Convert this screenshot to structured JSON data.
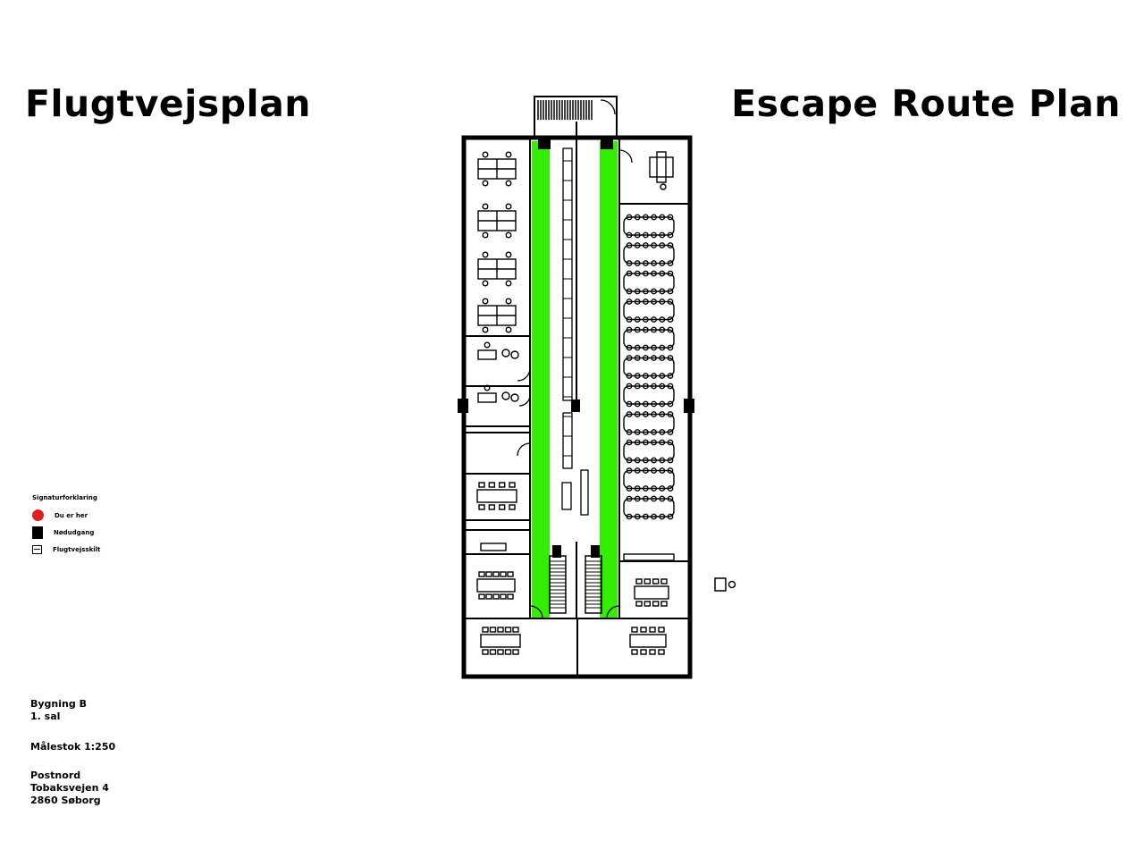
{
  "header": {
    "title_da": "Flugtvejsplan",
    "title_en": "Escape Route Plan"
  },
  "legend": {
    "heading": "Signaturforklaring",
    "items": [
      {
        "label": "Du er her",
        "icon": "location-dot-icon"
      },
      {
        "label": "Nødudgang",
        "icon": "exit-square-icon"
      },
      {
        "label": "Flugtvejsskilt",
        "icon": "exit-sign-icon"
      }
    ]
  },
  "info": {
    "building": "Bygning B",
    "floor": "1. sal",
    "scale": "Målestok 1:250",
    "address_name": "Postnord",
    "address_street": "Tobaksvejen 4",
    "address_city": "2860 Søborg"
  },
  "colors": {
    "escape_route": "#33ee00",
    "wall": "#000000",
    "you_are_here": "#e02020"
  }
}
